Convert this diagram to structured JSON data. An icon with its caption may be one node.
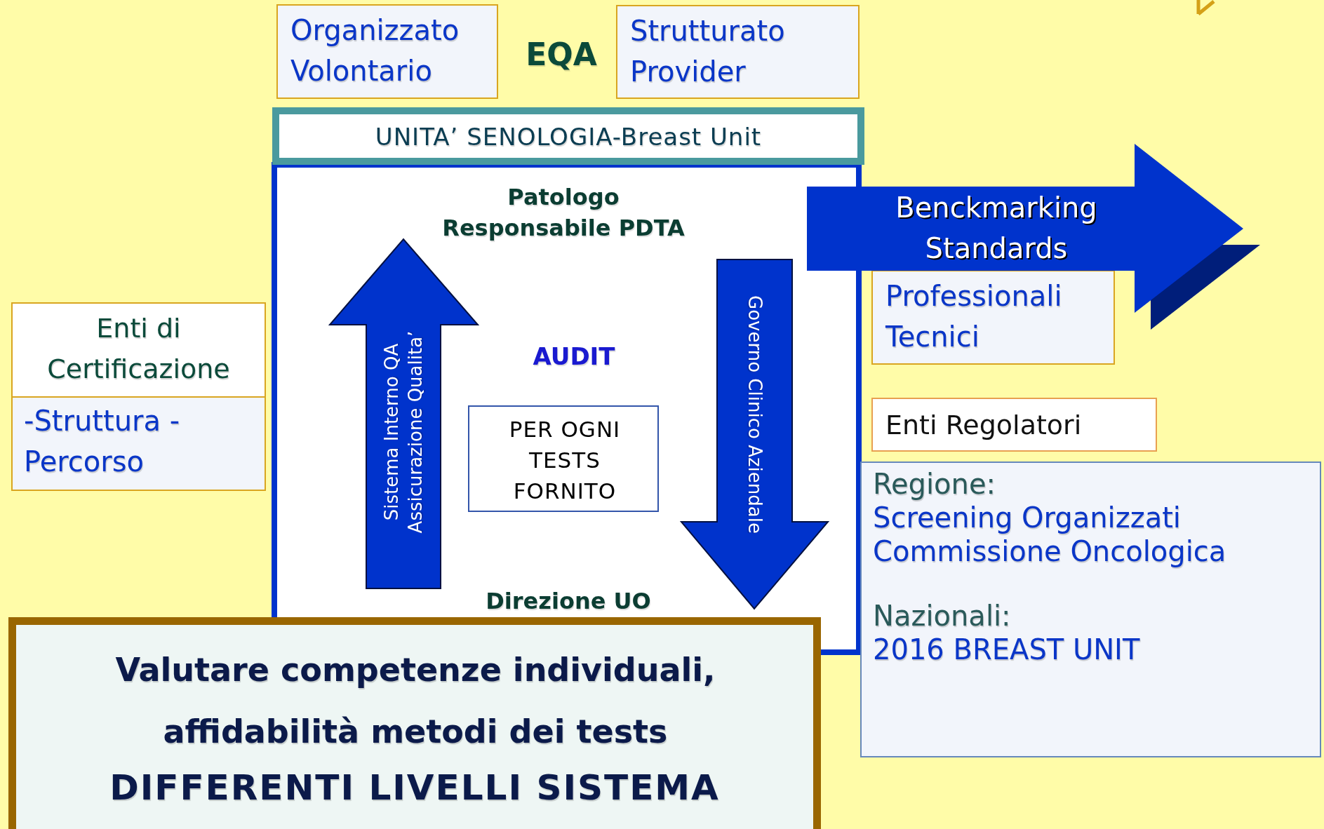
{
  "diagram": {
    "nodes": [
      {
        "text": [
          "Organizzato Volontario"
        ]
      },
      {
        "text": [
          "Strutturato Provider"
        ]
      },
      {
        "text": [
          "UNITA’ SENOLOGIA-Breast Unit"
        ]
      },
      {
        "text": [
          "Sistema Interno QA Assicurazione Qualita’"
        ],
        "in": 2
      },
      {
        "text": [
          "PER OGNI TESTS FORNITO"
        ],
        "in": 2
      },
      {
        "text": [
          "Governo Clinico Aziendale"
        ],
        "in": 2
      },
      {
        "text": [
          "Enti di Certificazione",
          "-Struttura -Percorso"
        ]
      },
      {
        "text": [
          "Benckmarking Standards"
        ]
      },
      {
        "text": [
          "Professionali Tecnici"
        ]
      },
      {
        "text": [
          "Enti Regolatori"
        ]
      },
      {
        "text": [
          "Regione:",
          "Screening Organizzati Commissione Oncologica",
          "Nazionali:",
          "2016 BREAST UNIT"
        ]
      },
      {
        "text": [
          "Valutare competenze individuali, affidabilità metodi dei tests",
          "DIFFERENTI LIVELLI SISTEMA"
        ]
      }
    ],
    "labels": [
      "EQA",
      "Patologo Responsabile PDTA",
      "AUDIT",
      "Direzione UO"
    ]
  }
}
